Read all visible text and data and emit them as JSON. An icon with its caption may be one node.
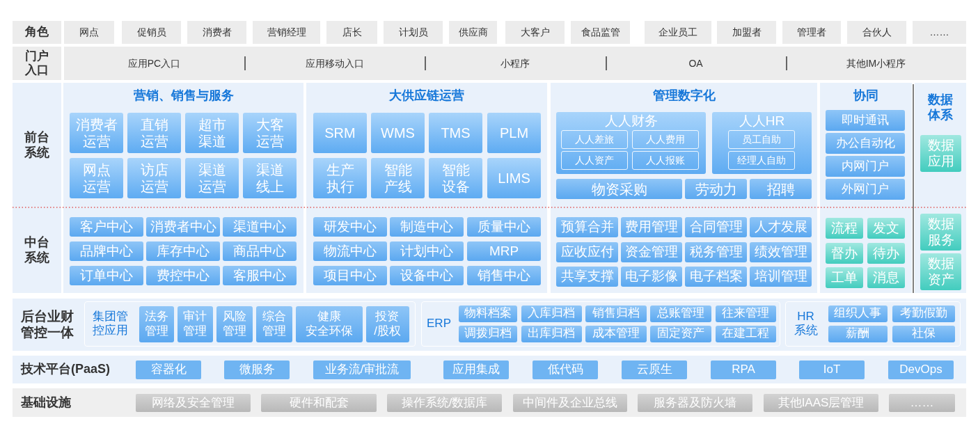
{
  "diagram": {
    "nodes": [
      {
        "text": [
          "角色"
        ]
      },
      {
        "text": [
          "网点"
        ]
      },
      {
        "text": [
          "促销员"
        ]
      },
      {
        "text": [
          "消费者"
        ]
      },
      {
        "text": [
          "营销经理"
        ]
      },
      {
        "text": [
          "店长"
        ]
      },
      {
        "text": [
          "计划员"
        ]
      },
      {
        "text": [
          "供应商"
        ]
      },
      {
        "text": [
          "大客户"
        ]
      },
      {
        "text": [
          "食品监管"
        ]
      },
      {
        "text": [
          "企业员工"
        ]
      },
      {
        "text": [
          "加盟者"
        ]
      },
      {
        "text": [
          "管理者"
        ]
      },
      {
        "text": [
          "合伙人"
        ]
      },
      {
        "text": [
          "……"
        ]
      },
      {
        "text": [
          "门户入口"
        ]
      },
      {
        "text": [
          "应用PC入口",
          "应用移动入口",
          "小程序",
          "OA",
          "其他IM小程序"
        ]
      },
      {
        "text": [
          "前台系统",
          "中台系统"
        ]
      },
      {
        "text": [
          "营销、销售与服务"
        ]
      },
      {
        "text": [
          "消费者运营"
        ],
        "in": 18
      },
      {
        "text": [
          "直销运营"
        ],
        "in": 18
      },
      {
        "text": [
          "超市渠道"
        ],
        "in": 18
      },
      {
        "text": [
          "大客运营"
        ],
        "in": 18
      },
      {
        "text": [
          "网点运营"
        ],
        "in": 18
      },
      {
        "text": [
          "访店运营"
        ],
        "in": 18
      },
      {
        "text": [
          "渠道运营"
        ],
        "in": 18
      },
      {
        "text": [
          "渠道线上"
        ],
        "in": 18
      },
      {
        "text": [
          "客户中心"
        ],
        "in": 18
      },
      {
        "text": [
          "消费者中心"
        ],
        "in": 18
      },
      {
        "text": [
          "渠道中心"
        ],
        "in": 18
      },
      {
        "text": [
          "品牌中心"
        ],
        "in": 18
      },
      {
        "text": [
          "库存中心"
        ],
        "in": 18
      },
      {
        "text": [
          "商品中心"
        ],
        "in": 18
      },
      {
        "text": [
          "订单中心"
        ],
        "in": 18
      },
      {
        "text": [
          "费控中心"
        ],
        "in": 18
      },
      {
        "text": [
          "客服中心"
        ],
        "in": 18
      },
      {
        "text": [
          "大供应链运营"
        ]
      },
      {
        "text": [
          "SRM"
        ],
        "in": 36
      },
      {
        "text": [
          "WMS"
        ],
        "in": 36
      },
      {
        "text": [
          "TMS"
        ],
        "in": 36
      },
      {
        "text": [
          "PLM"
        ],
        "in": 36
      },
      {
        "text": [
          "生产执行"
        ],
        "in": 36
      },
      {
        "text": [
          "智能产线"
        ],
        "in": 36
      },
      {
        "text": [
          "智能设备"
        ],
        "in": 36
      },
      {
        "text": [
          "LIMS"
        ],
        "in": 36
      },
      {
        "text": [
          "研发中心"
        ],
        "in": 36
      },
      {
        "text": [
          "制造中心"
        ],
        "in": 36
      },
      {
        "text": [
          "质量中心"
        ],
        "in": 36
      },
      {
        "text": [
          "物流中心"
        ],
        "in": 36
      },
      {
        "text": [
          "计划中心"
        ],
        "in": 36
      },
      {
        "text": [
          "MRP"
        ],
        "in": 36
      },
      {
        "text": [
          "项目中心"
        ],
        "in": 36
      },
      {
        "text": [
          "设备中心"
        ],
        "in": 36
      },
      {
        "text": [
          "销售中心"
        ],
        "in": 36
      },
      {
        "text": [
          "管理数字化"
        ]
      },
      {
        "text": [
          "人人财务"
        ],
        "in": 54
      },
      {
        "text": [
          "人人差旅"
        ],
        "in": 55
      },
      {
        "text": [
          "人人费用"
        ],
        "in": 55
      },
      {
        "text": [
          "人人资产"
        ],
        "in": 55
      },
      {
        "text": [
          "人人报账"
        ],
        "in": 55
      },
      {
        "text": [
          "人人HR"
        ],
        "in": 54
      },
      {
        "text": [
          "员工自助"
        ],
        "in": 60
      },
      {
        "text": [
          "经理人自助"
        ],
        "in": 60
      },
      {
        "text": [
          "物资采购"
        ],
        "in": 54
      },
      {
        "text": [
          "劳动力"
        ],
        "in": 54
      },
      {
        "text": [
          "招聘"
        ],
        "in": 54
      },
      {
        "text": [
          "预算合并"
        ],
        "in": 54
      },
      {
        "text": [
          "费用管理"
        ],
        "in": 54
      },
      {
        "text": [
          "合同管理"
        ],
        "in": 54
      },
      {
        "text": [
          "人才发展"
        ],
        "in": 54
      },
      {
        "text": [
          "应收应付"
        ],
        "in": 54
      },
      {
        "text": [
          "资金管理"
        ],
        "in": 54
      },
      {
        "text": [
          "税务管理"
        ],
        "in": 54
      },
      {
        "text": [
          "绩效管理"
        ],
        "in": 54
      },
      {
        "text": [
          "共享支撑"
        ],
        "in": 54
      },
      {
        "text": [
          "电子影像"
        ],
        "in": 54
      },
      {
        "text": [
          "电子档案"
        ],
        "in": 54
      },
      {
        "text": [
          "培训管理"
        ],
        "in": 54
      },
      {
        "text": [
          "协同"
        ]
      },
      {
        "text": [
          "即时通讯"
        ],
        "in": 78
      },
      {
        "text": [
          "办公自动化"
        ],
        "in": 78
      },
      {
        "text": [
          "内网门户"
        ],
        "in": 78
      },
      {
        "text": [
          "外网门户"
        ],
        "in": 78
      },
      {
        "text": [
          "流程"
        ],
        "in": 78
      },
      {
        "text": [
          "发文"
        ],
        "in": 78
      },
      {
        "text": [
          "督办"
        ],
        "in": 78
      },
      {
        "text": [
          "待办"
        ],
        "in": 78
      },
      {
        "text": [
          "工单"
        ],
        "in": 78
      },
      {
        "text": [
          "消息"
        ],
        "in": 78
      },
      {
        "text": [
          "数据体系"
        ]
      },
      {
        "text": [
          "数据应用"
        ],
        "in": 89
      },
      {
        "text": [
          "数据服务"
        ],
        "in": 89
      },
      {
        "text": [
          "数据资产"
        ],
        "in": 89
      },
      {
        "text": [
          "后台业财管控一体"
        ]
      },
      {
        "text": [
          "集团管控应用"
        ],
        "in": 93
      },
      {
        "text": [
          "法务管理"
        ],
        "in": 94
      },
      {
        "text": [
          "审计管理"
        ],
        "in": 94
      },
      {
        "text": [
          "风险管理"
        ],
        "in": 94
      },
      {
        "text": [
          "综合管理"
        ],
        "in": 94
      },
      {
        "text": [
          "健康安全环保"
        ],
        "in": 94
      },
      {
        "text": [
          "投资/股权"
        ],
        "in": 94
      },
      {
        "text": [
          "ERP"
        ],
        "in": 93
      },
      {
        "text": [
          "物料档案"
        ],
        "in": 101
      },
      {
        "text": [
          "入库归档"
        ],
        "in": 101
      },
      {
        "text": [
          "销售归档"
        ],
        "in": 101
      },
      {
        "text": [
          "总账管理"
        ],
        "in": 101
      },
      {
        "text": [
          "往来管理"
        ],
        "in": 101
      },
      {
        "text": [
          "调拨归档"
        ],
        "in": 101
      },
      {
        "text": [
          "出库归档"
        ],
        "in": 101
      },
      {
        "text": [
          "成本管理"
        ],
        "in": 101
      },
      {
        "text": [
          "固定资产"
        ],
        "in": 101
      },
      {
        "text": [
          "在建工程"
        ],
        "in": 101
      },
      {
        "text": [
          "HR系统"
        ],
        "in": 93
      },
      {
        "text": [
          "组织人事"
        ],
        "in": 112
      },
      {
        "text": [
          "考勤假勤"
        ],
        "in": 112
      },
      {
        "text": [
          "薪酬"
        ],
        "in": 112
      },
      {
        "text": [
          "社保"
        ],
        "in": 112
      },
      {
        "text": [
          "技术平台(PaaS)"
        ]
      },
      {
        "text": [
          "容器化"
        ],
        "in": 117
      },
      {
        "text": [
          "微服务"
        ],
        "in": 117
      },
      {
        "text": [
          "业务流/审批流"
        ],
        "in": 117
      },
      {
        "text": [
          "应用集成"
        ],
        "in": 117
      },
      {
        "text": [
          "低代码"
        ],
        "in": 117
      },
      {
        "text": [
          "云原生"
        ],
        "in": 117
      },
      {
        "text": [
          "RPA"
        ],
        "in": 117
      },
      {
        "text": [
          "IoT"
        ],
        "in": 117
      },
      {
        "text": [
          "DevOps"
        ],
        "in": 117
      },
      {
        "text": [
          "基础设施"
        ]
      },
      {
        "text": [
          "网络及安全管理"
        ],
        "in": 127
      },
      {
        "text": [
          "硬件和配套"
        ],
        "in": 127
      },
      {
        "text": [
          "操作系统/数据库"
        ],
        "in": 127
      },
      {
        "text": [
          "中间件及企业总线"
        ],
        "in": 127
      },
      {
        "text": [
          "服务器及防火墙"
        ],
        "in": 127
      },
      {
        "text": [
          "其他IAAS层管理"
        ],
        "in": 127
      },
      {
        "text": [
          "……"
        ],
        "in": 127
      }
    ]
  }
}
